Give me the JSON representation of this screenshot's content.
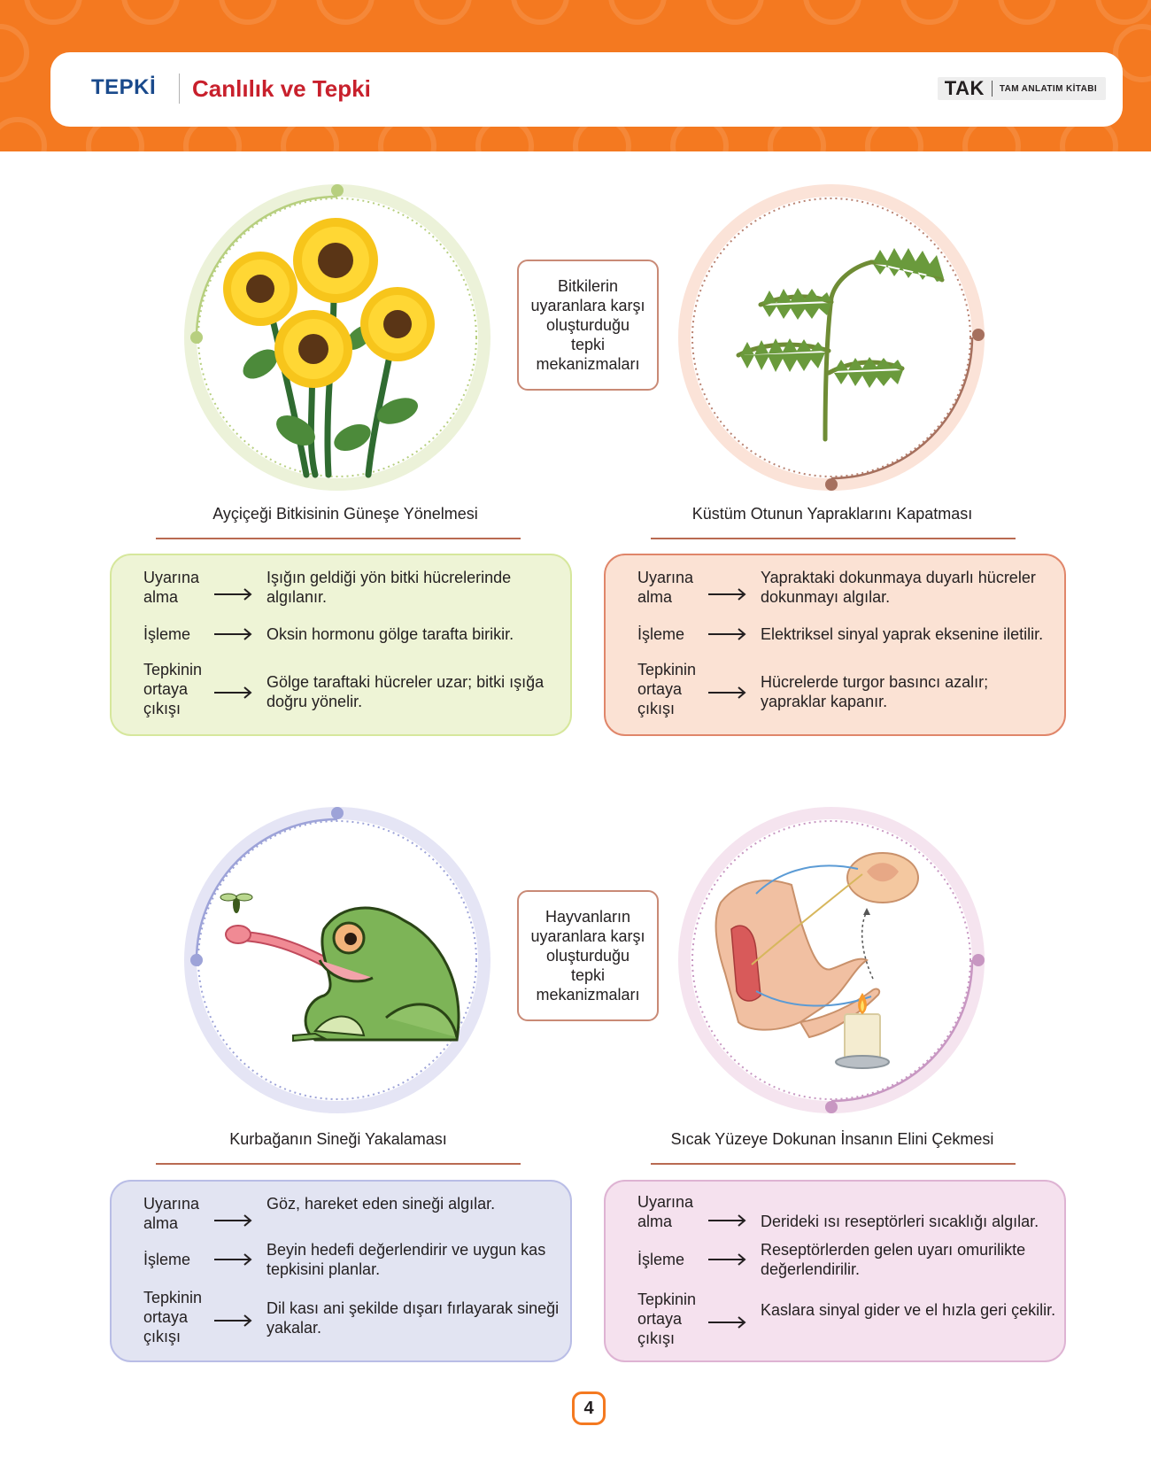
{
  "header": {
    "unit": "TEPKİ",
    "topic": "Canlılık ve Tepki",
    "brand": "TAK",
    "brand_sub": "TAM ANLATIM KİTABI"
  },
  "center_labels": {
    "plants": "Bitkilerin uyaranlara karşı oluşturduğu tepki mekanizmaları",
    "animals": "Hayvanların uyaranlara karşı oluşturduğu tepki mekanizmaları"
  },
  "panels": [
    {
      "caption": "Ayçiçeği Bitkisinin Güneşe Yönelmesi",
      "rows": [
        {
          "label": "Uyarına alma",
          "text": "Işığın geldiği yön bitki hücrelerinde algılanır."
        },
        {
          "label": "İşleme",
          "text": "Oksin hormonu gölge tarafta birikir."
        },
        {
          "label": "Tepkinin ortaya çıkışı",
          "text": "Gölge taraftaki hücreler uzar; bitki ışığa doğru yönelir."
        }
      ]
    },
    {
      "caption": "Küstüm Otunun Yapraklarını Kapatması",
      "rows": [
        {
          "label": "Uyarına alma",
          "text": "Yapraktaki dokunmaya duyarlı hücreler dokunmayı algılar."
        },
        {
          "label": "İşleme",
          "text": "Elektriksel sinyal yaprak eksenine iletilir."
        },
        {
          "label": "Tepkinin ortaya çıkışı",
          "text": "Hücrelerde turgor basıncı azalır; yapraklar kapanır."
        }
      ]
    },
    {
      "caption": "Kurbağanın Sineği Yakalaması",
      "rows": [
        {
          "label": "Uyarına alma",
          "text": "Göz, hareket eden sineği algılar."
        },
        {
          "label": "İşleme",
          "text": "Beyin hedefi değerlendirir ve uygun kas tepkisini planlar."
        },
        {
          "label": "Tepkinin ortaya çıkışı",
          "text": "Dil kası ani şekilde dışarı fırlayarak sineği yakalar."
        }
      ]
    },
    {
      "caption": "Sıcak Yüzeye Dokunan İnsanın Elini Çekmesi",
      "rows": [
        {
          "label": "Uyarına alma",
          "text": "Derideki ısı reseptörleri sıcaklığı algılar."
        },
        {
          "label": "İşleme",
          "text": "Reseptörlerden gelen uyarı omurilikte değerlendirilir."
        },
        {
          "label": "Tepkinin ortaya çıkışı",
          "text": "Kaslara sinyal gider ve el hızla geri çekilir."
        }
      ]
    }
  ],
  "page_number": "4",
  "colors": {
    "header_orange": "#f47920",
    "unit_blue": "#1a4a8c",
    "topic_red": "#c8202c",
    "rule": "#b96a52"
  },
  "icons": [
    "sunflower-illustration",
    "mimosa-leaf-illustration",
    "frog-catching-fly-illustration",
    "reflex-arc-illustration",
    "arrow-right-icon"
  ]
}
